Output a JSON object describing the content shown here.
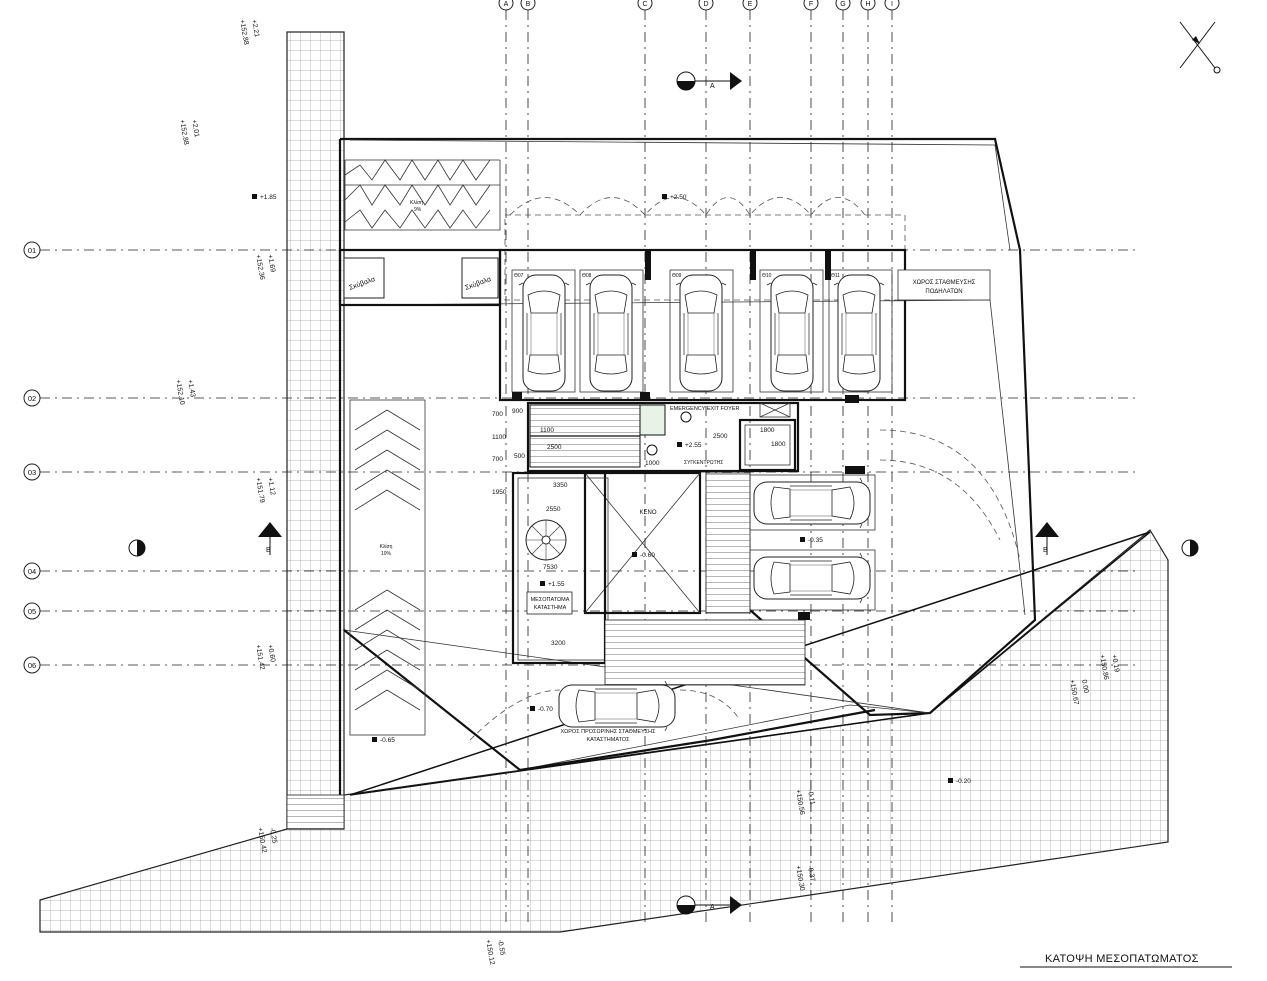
{
  "drawing": {
    "title": "ΚΑΤΟΨΗ ΜΕΣΟΠΑΤΩΜΑΤΟΣ",
    "column_axes": [
      "A",
      "B",
      "C",
      "D",
      "E",
      "F",
      "G",
      "H",
      "I"
    ],
    "row_axes": [
      "01",
      "02",
      "03",
      "04",
      "05",
      "06"
    ],
    "section_markers": {
      "a": "A",
      "b": "B"
    },
    "rooms": {
      "kenó": "ΚΕΝΟ",
      "mezzanine_shop": [
        "ΜΕΣΟΠΑΤΩΜΑ",
        "ΚΑΤΑΣΤΗΜΑ"
      ],
      "bicycle_parking": [
        "ΧΩΡΟΣ ΣΤΑΘΜΕΥΣΗΣ",
        "ΠΟΔΗΛΑΤΩΝ"
      ],
      "temp_parking": [
        "ΧΩΡΟΣ ΠΡΟΣΩΡΙΝΗΣ ΣΤΑΘΜΕΥΣΗΣ",
        "ΚΑΤΑΣΤΗΜΑΤΟΣ"
      ],
      "bin_left": "Σκύβαλα",
      "bin_right": "Σκύβαλα",
      "emergency": "EMERGENCY EXIT FOYER",
      "sygkentrotis": "ΣΥΓΚΕΝΤΡΩΤΗΣ",
      "ramp_top": [
        "Κλίση",
        "9%"
      ],
      "ramp_left": [
        "Κλίση",
        "10%"
      ]
    },
    "levels": {
      "l_p250": "+2.50",
      "l_p255": "+2.55",
      "l_m060": "-0.60",
      "l_m035": "-0.35",
      "l_p155": "+1.55",
      "l_m070": "-0.70",
      "l_m065": "-0.65",
      "l_m020": "-0.20",
      "l_m185": "+1.85"
    },
    "dimensions": {
      "d900": "900",
      "d700a": "700",
      "d1100a": "1100",
      "d1100b": "1100",
      "d2500a": "2500",
      "d700b": "700",
      "d500": "500",
      "d1950": "1950",
      "d3350": "3350",
      "d2550": "2550",
      "d7530": "7530",
      "d3200": "3200",
      "d1800a": "1800",
      "d1800b": "1800",
      "d2500b": "2500",
      "d1000": "1000"
    },
    "spot_levels": {
      "s1": "+152.88",
      "s1b": "+2.21",
      "s2": "+152.88",
      "s2b": "+2.01",
      "s3": "+152.36",
      "s3b": "+1.69",
      "s4": "+152.10",
      "s4b": "+1.43",
      "s5": "+151.79",
      "s5b": "+1.12",
      "s6": "+151.42",
      "s6b": "+0.60",
      "s7": "+150.42",
      "s7b": "-0.25",
      "s8": "+150.12",
      "s8b": "-0.55",
      "s9": "+150.56",
      "s9b": "-0.11",
      "s10": "+150.30",
      "s10b": "-0.37",
      "s11": "+150.86",
      "s11b": "+0.19",
      "s12": "+150.67",
      "s12b": "0.00"
    },
    "parking_numbers": [
      "Θ07",
      "Θ08",
      "Θ09",
      "Θ10",
      "Θ11"
    ]
  }
}
